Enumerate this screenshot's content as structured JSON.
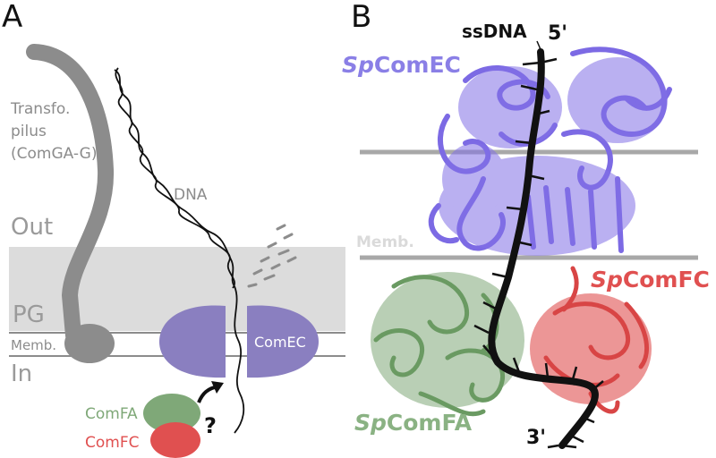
{
  "panel_a": {
    "letter": "A",
    "pilus_label": [
      "Transfo.",
      "pilus",
      "(ComGA-G)"
    ],
    "dna_label": "DNA",
    "out_label": "Out",
    "pg_label": "PG",
    "memb_label": "Memb.",
    "in_label": "In",
    "comec_label": "ComEC",
    "comfa_label": "ComFA",
    "comfc_label": "ComFC",
    "question_mark": "?"
  },
  "panel_b": {
    "letter": "B",
    "ssdna_label": "ssDNA",
    "five_prime": "5'",
    "three_prime": "3'",
    "memb_label": "Memb.",
    "comec_prefix": "Sp",
    "comec_name": "ComEC",
    "comfc_prefix": "Sp",
    "comfc_name": "ComFC",
    "comfa_prefix": "Sp",
    "comfa_name": "ComFA"
  },
  "colors": {
    "comec": "#8a7fc0",
    "comec_structure": "#8270e6",
    "comfa": "#7fa878",
    "comfc": "#e05050",
    "membrane": "#999999",
    "pg_band": "#dcdcdc",
    "pilus": "#8c8c8c"
  }
}
